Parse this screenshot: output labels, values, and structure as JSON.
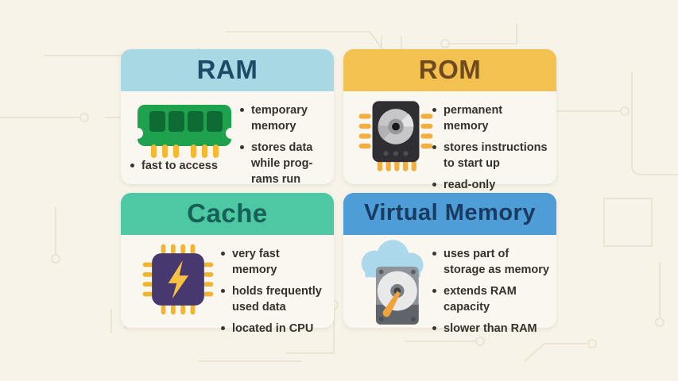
{
  "page": {
    "background_color": "#f7f3e9",
    "panel_body_color": "#faf7f1",
    "body_text_color": "#35312b",
    "background_pattern": "faint-circuit-traces"
  },
  "panels": [
    {
      "id": "ram",
      "title": "RAM",
      "header_color": "#a9d8e5",
      "title_color": "#1d4b67",
      "icon": "ram-stick-icon",
      "icon_colors": {
        "board": "#1fa24e",
        "chips": "#0d6b33",
        "pins": "#f5b82e"
      },
      "bullets": [
        "temporary\nmemory",
        "stores data\nwhile prog-\nrams run"
      ],
      "icon_caption": "fast to access"
    },
    {
      "id": "rom",
      "title": "ROM",
      "header_color": "#f3c14f",
      "title_color": "#6e4a1e",
      "icon": "rom-chip-icon",
      "icon_colors": {
        "chip": "#2f2f33",
        "disc": "#c7c7c9",
        "pins": "#f2ae3e"
      },
      "bullets": [
        "permanent\nmemory",
        "stores instructions\nto start up",
        "read-only"
      ]
    },
    {
      "id": "cache",
      "title": "Cache",
      "header_color": "#4cc8a3",
      "title_color": "#176058",
      "icon": "cache-chip-icon",
      "icon_colors": {
        "chip": "#47396f",
        "bolt": "#f7c244",
        "pins": "#f0b42e"
      },
      "bullets": [
        "very fast\nmemory",
        "holds frequently\nused data",
        "located in CPU"
      ]
    },
    {
      "id": "virtual_memory",
      "title": "Virtual Memory",
      "header_color": "#4f9dd6",
      "title_color": "#1a3b61",
      "icon": "cloud-harddrive-icon",
      "icon_colors": {
        "cloud": "#acd8ec",
        "drive": "#8e9499",
        "arm": "#f0a23b"
      },
      "bullets": [
        "uses part of\nstorage as memory",
        "extends RAM\ncapacity",
        "slower than RAM"
      ]
    }
  ]
}
